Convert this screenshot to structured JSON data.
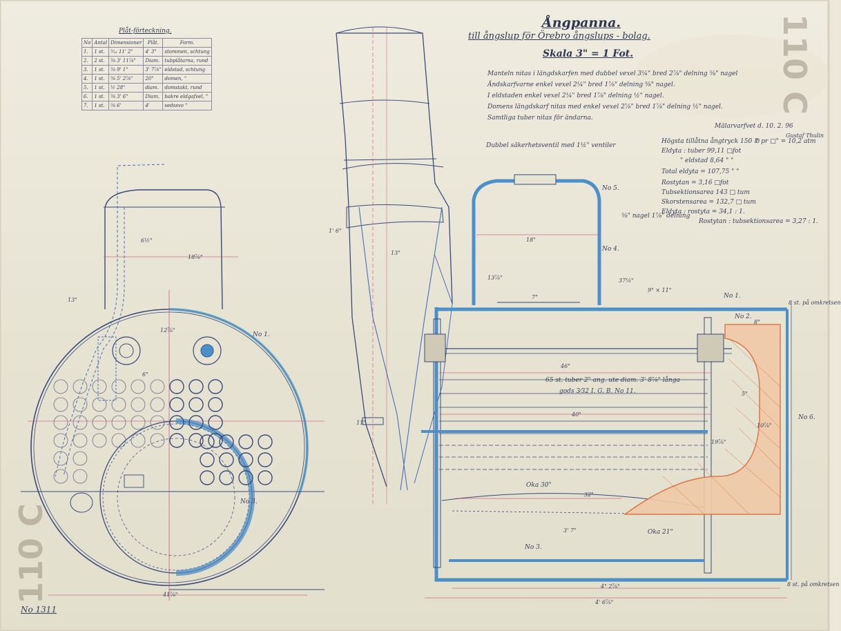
{
  "title": "Ångpanna.",
  "subtitle": "till ångslup för Örebro ångslups - bolag.",
  "scale": "Skala 3\" = 1 Fot.",
  "notes": [
    "Manteln nitas i längdskarfen med dubbel vexel 3¼\" bred 2⅞\" delning ⅝\" nagel",
    "Ändskarfvarne enkel vexel 2¼\" bred 1⅞\" delning ⅝\" nagel.",
    "I eldstaden enkel vexel 2¼\" bred 1⅞\" delning ½\" nagel.",
    "Domens längdskarf nitas med enkel vexel 2⅞\" bred 1⅞\" delning ½\" nagel.",
    "Samtliga tuber nitas för ändarna."
  ],
  "place_date": "Mälarvarfvet d. 10. 2. 96",
  "signature": "Gustaf Thulin",
  "valve_note": "Dubbel säkerhetsventil med 1½\" ventiler",
  "specs": [
    "Högsta tillåtna ångtryck 150 ℔ pr □\" = 10,2 atm",
    "Eldyta : tuber 99,11 □fot",
    "\" eldstad 8,64 \" \"",
    "Total eldyta = 107,75 \" \"",
    "Rostytan = 3,16 □fot",
    "Tubsektionsarea 143 □ tum",
    "Skorstensarea = 132,7 □ tum",
    "Eldyta : rostyta = 34,1 : 1.",
    "Rostytan : tubsektionsarea = 3,27 : 1."
  ],
  "table": {
    "title": "Plåt-förteckning.",
    "headers": [
      "No",
      "Antal",
      "Dimensioner",
      "Plåt.",
      "Form."
    ],
    "rows": [
      [
        "1.",
        "1 st.",
        "⁵⁄₁₆  11' 2\"",
        "4' 3\"",
        "stommen, schtung"
      ],
      [
        "2.",
        "2 st.",
        "⅜  3' 11⅞\"",
        "Diam.",
        "tubplåtarna, rund"
      ],
      [
        "3.",
        "1 st.",
        "⅜  9' 1\"",
        "3' 7⅞\"",
        "eldstad, schtung"
      ],
      [
        "4.",
        "1 st.",
        "⅜  5' 2⅞\"",
        "20\"",
        "domen, \""
      ],
      [
        "5.",
        "1 st.",
        "½  28\"",
        "diam.",
        "domstakt, rund"
      ],
      [
        "6.",
        "1 st.",
        "⅜  3' 6\"",
        "Diam.",
        "bakre eldgafvel, \""
      ],
      [
        "7.",
        "1 st.",
        "⅜  6'",
        "4'",
        "sedssvo \""
      ]
    ]
  },
  "stamp_right": "110 C",
  "stamp_left": "110 C",
  "sheet_number": "No 1311",
  "labels": {
    "n1": "No 1.",
    "n3_left": "No 3.",
    "n3_right": "No 3.",
    "n4": "No 4.",
    "n5": "No 5.",
    "n6": "No 6.",
    "n2": "No 2.",
    "n1_right": "No 1.",
    "tubes": "65 st. tuber 2\" ang. ute diam. 3' 8⅞\" långa",
    "tubes2": "gods 3⁄32 I. G. B. No 11.",
    "oka30": "Oka 30\"",
    "oka21": "Oka 21\"",
    "rivets": "⅝\" nagel 1⅞\" delning",
    "pitch_top": "8 st. på omkretsen",
    "pitch_bottom": "8 st. på omkretsen"
  },
  "dims": {
    "d46": "46\"",
    "d40": "40\"",
    "d32": "32\"",
    "d18": "18\"",
    "d13": "13\"",
    "d13b": "13\"",
    "d7": "7\"",
    "d6": "6\"",
    "d4": "4\" 2⅞\"",
    "d4b": "4' 6⅞\"",
    "d37": "37¼\"",
    "d13q": "13⅞\"",
    "d12": "12⅞\"",
    "d18q": "18⅞\"",
    "d41": "41⅞\"",
    "d3_7": "3' 7\"",
    "d6h": "6½\"",
    "d9": "9\" × 11\"",
    "d8": "8\"",
    "d5": "5\"",
    "d10": "10⅞\"",
    "d19": "19⅞\"",
    "d1": "1' 6\"",
    "d11": "11\""
  }
}
